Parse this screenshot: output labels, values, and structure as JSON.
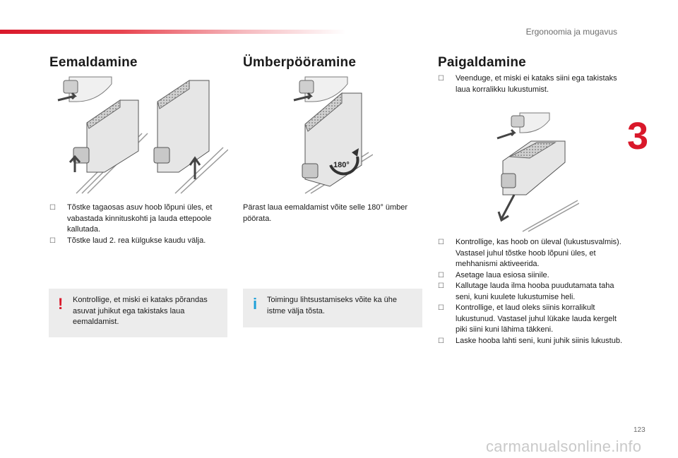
{
  "header": {
    "section": "Ergonoomia ja mugavus",
    "chapter": "3"
  },
  "removal": {
    "title": "Eemaldamine",
    "steps": [
      "Tõstke tagaosas asuv hoob lõpuni üles, et vabastada kinnituskohti ja lauda ettepoole kallutada.",
      "Tõstke laud 2. rea külgukse kaudu välja."
    ],
    "warning": {
      "icon": "!",
      "text": "Kontrollige, et miski ei kataks põrandas asuvat juhikut ega takistaks laua eemaldamist."
    }
  },
  "turning": {
    "title": "Ümberpööramine",
    "text": "Pärast laua eemaldamist võite selle 180° ümber pöörata.",
    "angle_label": "180°",
    "info": {
      "icon": "i",
      "text": "Toimingu lihtsustamiseks võite ka ühe istme välja tõsta."
    }
  },
  "installation": {
    "title": "Paigaldamine",
    "intro": "Veenduge, et miski ei kataks siini ega takistaks laua korralikku lukustumist.",
    "steps": [
      "Kontrollige, kas hoob on üleval (lukustusvalmis). Vastasel juhul tõstke hoob lõpuni üles, et mehhanismi aktiveerida.",
      "Asetage laua esiosa siinile.",
      "Kallutage lauda ilma hooba puudutamata taha seni, kuni kuulete lukustumise heli.",
      "Kontrollige, et laud oleks siinis korralikult lukustunud. Vastasel juhul lükake lauda kergelt piki siini kuni lähima täkkeni.",
      "Laske hooba lahti seni, kuni juhik siinis lukustub."
    ]
  },
  "footer": {
    "page_number": "123",
    "watermark": "carmanualsonline.info"
  },
  "colors": {
    "accent": "#d9182a",
    "info": "#1ea0d8",
    "note_bg": "#ececec"
  },
  "icons": {
    "bullet": "checkbox-bullet-icon",
    "warning": "exclamation-icon",
    "info": "info-icon"
  }
}
